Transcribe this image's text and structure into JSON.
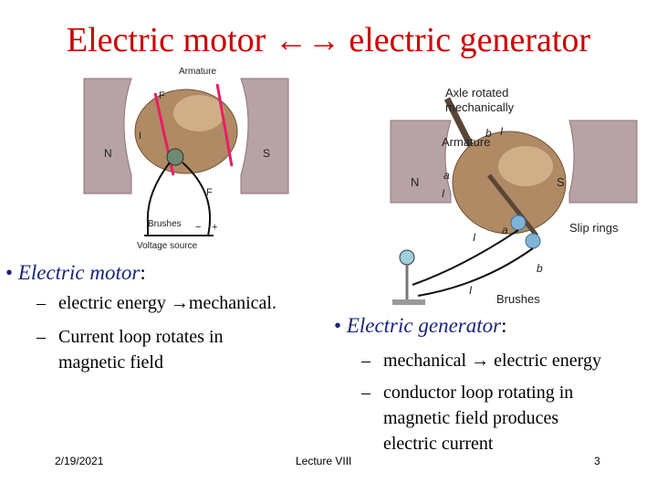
{
  "slide": {
    "title_left": "Electric motor",
    "title_arrow": "←→",
    "title_right": "electric generator"
  },
  "motor": {
    "heading": "Electric motor",
    "heading_suffix": ":",
    "bullets": [
      {
        "text": "electric energy ",
        "arrow": "→",
        "text2": "mechanical."
      },
      {
        "text": "Current loop  rotates in"
      },
      {
        "text": "magnetic field"
      }
    ],
    "figure_labels": {
      "armature": "Armature",
      "brushes": "Brushes",
      "voltage_source": "Voltage source",
      "north": "N",
      "south": "S",
      "force_top": "F",
      "force_bottom": "F",
      "current": "I",
      "minus": "−",
      "plus": "+"
    }
  },
  "generator": {
    "heading": "Electric generator",
    "heading_suffix": ":",
    "bullets": [
      {
        "text": "mechanical ",
        "arrow": "→",
        "text2": " electric energy"
      },
      {
        "text": "conductor loop rotating in"
      },
      {
        "text": "magnetic field produces"
      },
      {
        "text": "electric current"
      }
    ],
    "figure_labels": {
      "axle_line1": "Axle rotated",
      "axle_line2": "mechanically",
      "armature": "Armature",
      "slip_rings": "Slip rings",
      "brushes": "Brushes",
      "north": "N",
      "south": "S",
      "a_top": "a",
      "b_top": "b",
      "a_ring": "a",
      "b_ring": "b",
      "current_1": "I",
      "current_2": "I",
      "current_3": "I",
      "current_4": "I"
    }
  },
  "footer": {
    "date": "2/19/2021",
    "lecture": "Lecture VIII",
    "page": "3"
  },
  "colors": {
    "title": "#cc0000",
    "heading": "#1a237e",
    "magnet": "#b7a2a6",
    "armature": "#b08a64"
  }
}
